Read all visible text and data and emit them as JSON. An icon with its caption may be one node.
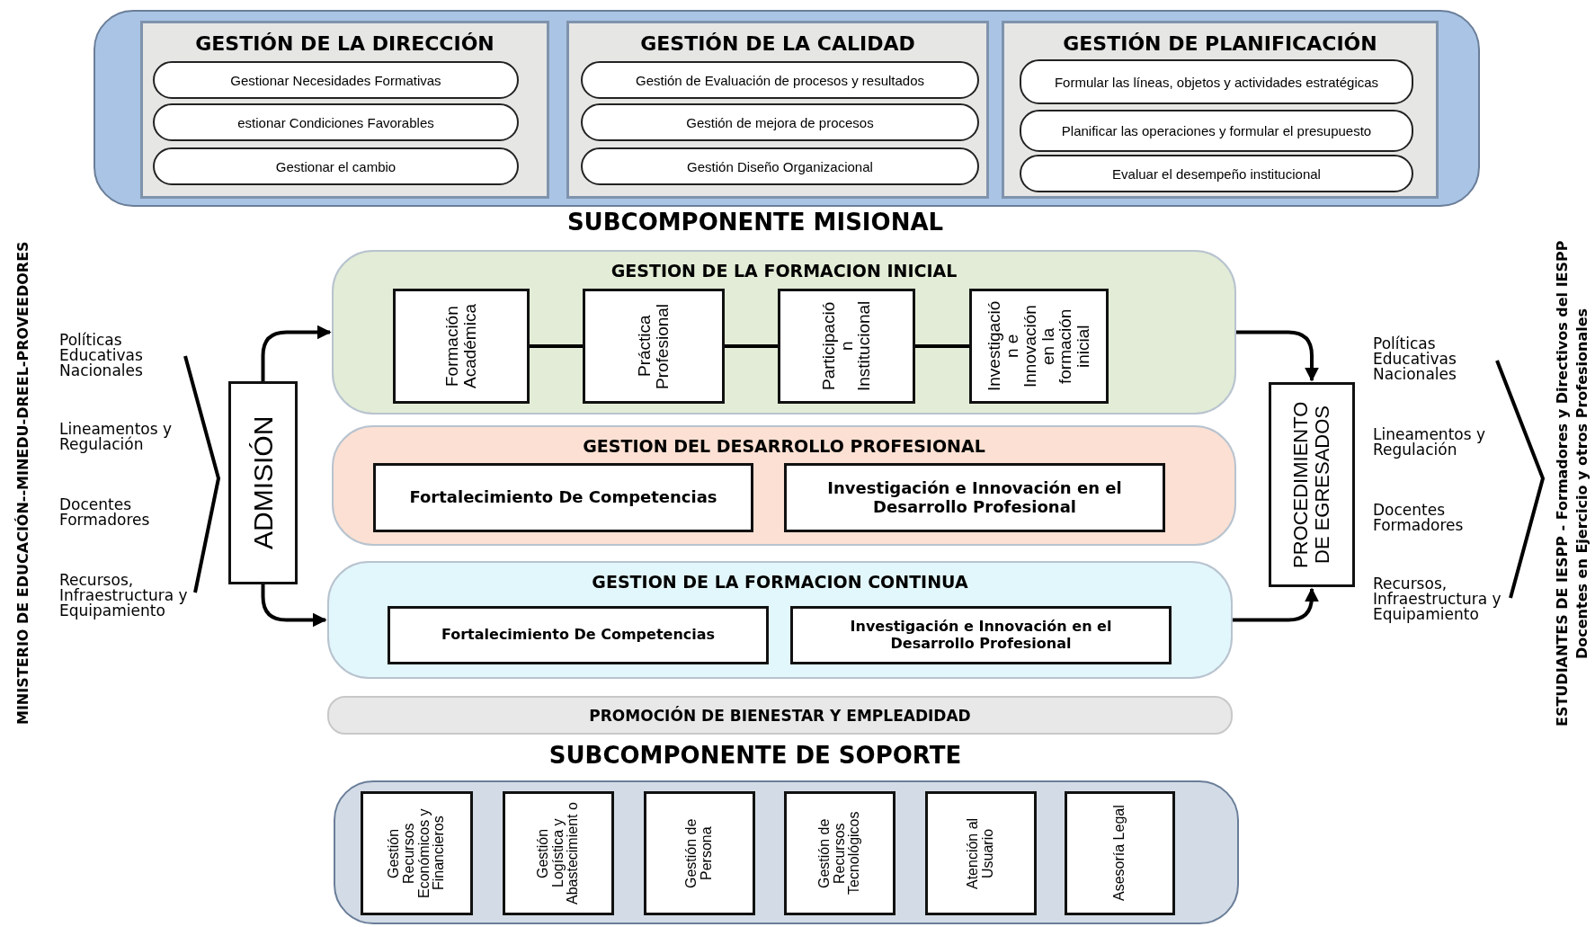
{
  "diagram": {
    "nodes": [
      {
        "text": [],
        "shape": "box"
      },
      {
        "text": [
          "GESTIÓN DE LA DIRECCIÓN"
        ],
        "in": 0
      },
      {
        "text": [
          "Gestionar Necesidades Formativas"
        ],
        "in": 1
      },
      {
        "text": [
          "estionar Condiciones Favorables"
        ],
        "in": 1
      },
      {
        "text": [
          "Gestionar el cambio"
        ],
        "in": 1
      },
      {
        "text": [
          "GESTIÓN DE LA CALIDAD"
        ],
        "in": 0
      },
      {
        "text": [
          "Gestión de Evaluación de procesos y resultados"
        ],
        "in": 5
      },
      {
        "text": [
          "Gestión de mejora de procesos"
        ],
        "in": 5
      },
      {
        "text": [
          "Gestión Diseño Organizacional"
        ],
        "in": 5
      },
      {
        "text": [
          "GESTIÓN DE PLANIFICACIÓN"
        ],
        "in": 0
      },
      {
        "text": [
          "Formular las líneas, objetos y actividades estratégicas"
        ],
        "in": 9
      },
      {
        "text": [
          "Planificar las operaciones y formular el presupuesto"
        ],
        "in": 9
      },
      {
        "text": [
          "Evaluar el desempeño institucional"
        ],
        "in": 9
      },
      {
        "text": [
          "ADMISIÓN"
        ]
      },
      {
        "text": [
          "GESTION DE LA FORMACION INICIAL"
        ]
      },
      {
        "text": [
          "Formación Académica"
        ],
        "in": 14
      },
      {
        "text": [
          "Práctica Profesional"
        ],
        "in": 14
      },
      {
        "text": [
          "Participació n Institucional"
        ],
        "in": 14
      },
      {
        "text": [
          "Investigació n e Innovación en la formación inicial"
        ],
        "in": 14
      },
      {
        "text": [
          "GESTION DEL DESARROLLO PROFESIONAL"
        ]
      },
      {
        "text": [
          "Fortalecimiento De Competencias"
        ],
        "in": 19
      },
      {
        "text": [
          "Investigación e Innovación en el Desarrollo Profesional"
        ],
        "in": 19
      },
      {
        "text": [
          "GESTION DE LA FORMACION CONTINUA"
        ]
      },
      {
        "text": [
          "Fortalecimiento De Competencias"
        ],
        "in": 22
      },
      {
        "text": [
          "Investigación e Innovación en el Desarrollo Profesional"
        ],
        "in": 22
      },
      {
        "text": [
          "PROMOCIÓN DE BIENESTAR Y EMPLEADIDAD"
        ]
      },
      {
        "text": [
          "PROCEDIMIENTO DE EGRESADOS"
        ]
      },
      {
        "text": [],
        "shape": "box"
      },
      {
        "text": [
          "Gestión Recursos Económicos y Financieros"
        ],
        "in": 27
      },
      {
        "text": [
          "Gestión Logística y Abastecimient o"
        ],
        "in": 27
      },
      {
        "text": [
          "Gestión de Persona"
        ],
        "in": 27
      },
      {
        "text": [
          "Gestión de Recursos Tecnológicos"
        ],
        "in": 27
      },
      {
        "text": [
          "Atención al Usuario"
        ],
        "in": 27
      },
      {
        "text": [
          "Asesoría Legal"
        ],
        "in": 27
      }
    ],
    "edges": [
      {
        "from": 13,
        "to": 14,
        "arrow": "to"
      },
      {
        "from": 13,
        "to": 22,
        "arrow": "to"
      },
      {
        "from": 14,
        "to": 26,
        "arrow": "to"
      },
      {
        "from": 22,
        "to": 26,
        "arrow": "to"
      },
      {
        "from": 15,
        "to": 16,
        "arrow": "none"
      },
      {
        "from": 16,
        "to": 17,
        "arrow": "none"
      },
      {
        "from": 17,
        "to": 18,
        "arrow": "none"
      }
    ],
    "labels": [
      "SUBCOMPONENTE MISIONAL",
      "MINISTERIO DE EDUCACIÓN--MINEDU-DREEL-PROVEEDORES",
      "Políticas Educativas Nacionales",
      "Lineamentos y Regulación",
      "Docentes Formadores",
      "Recursos, Infraestructura y Equipamiento",
      "Políticas Educativas Nacionales",
      "Lineamentos y Regulación",
      "Docentes Formadores",
      "Recursos, Infraestructura y Equipamiento",
      "ESTUDIANTES DE IESPP - Formadores y Directivos del IESPP Docentes en Ejercicio y otros Profesionales",
      "SUBCOMPONENTE DE SOPORTE"
    ]
  }
}
